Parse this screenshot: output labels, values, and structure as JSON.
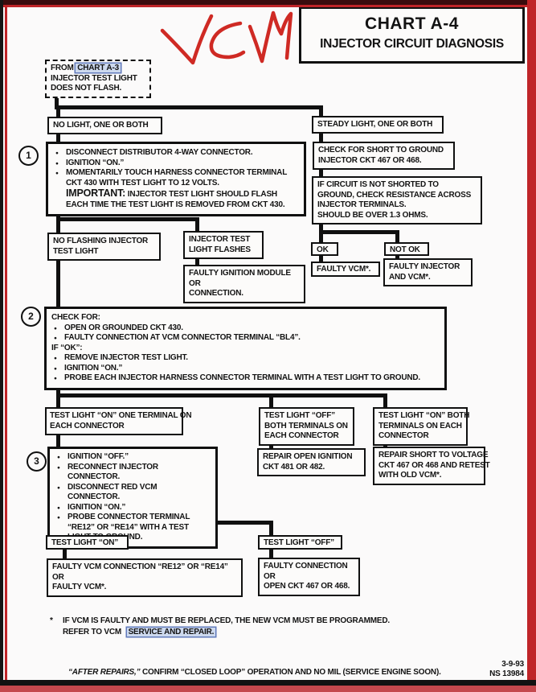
{
  "header": {
    "title": "CHART A-4",
    "subtitle": "INJECTOR CIRCUIT DIAGNOSIS",
    "handwritten_annotation": "VCM"
  },
  "flow": {
    "start": {
      "prefix": "FROM",
      "link": "CHART A-3",
      "line2": "INJECTOR TEST LIGHT",
      "line3": "DOES NOT FLASH."
    },
    "no_light_label": "NO LIGHT, ONE OR BOTH",
    "steady_light_label": "STEADY LIGHT, ONE OR BOTH",
    "step1": {
      "number": "1",
      "items": [
        "DISCONNECT DISTRIBUTOR 4-WAY CONNECTOR.",
        "IGNITION “ON.”",
        "MOMENTARILY TOUCH HARNESS CONNECTOR TERMINAL CKT 430 WITH TEST LIGHT TO 12 VOLTS."
      ],
      "important_label": "IMPORTANT:",
      "important_text": "INJECTOR TEST LIGHT SHOULD FLASH EACH TIME THE TEST LIGHT IS REMOVED FROM CKT 430."
    },
    "check_short": {
      "line1": "CHECK FOR SHORT TO GROUND",
      "line2": "INJECTOR CKT 467 OR 468."
    },
    "if_circuit": {
      "line1": "IF CIRCUIT IS NOT SHORTED TO",
      "line2": "GROUND, CHECK RESISTANCE ACROSS",
      "line3": "INJECTOR TERMINALS.",
      "line4": "SHOULD BE OVER 1.3 OHMS."
    },
    "no_flashing": {
      "line1": "NO FLASHING INJECTOR",
      "line2": "TEST LIGHT"
    },
    "flashes": {
      "line1": "INJECTOR TEST",
      "line2": "LIGHT FLASHES"
    },
    "faulty_ignition": {
      "line1": "FAULTY IGNITION MODULE",
      "line2": "OR",
      "line3": "CONNECTION."
    },
    "ok_label": "OK",
    "not_ok_label": "NOT OK",
    "faulty_vcm": "FAULTY VCM*.",
    "faulty_injector": {
      "line1": "FAULTY INJECTOR",
      "line2": "AND VCM*."
    },
    "step2": {
      "number": "2",
      "check_for_label": "CHECK FOR:",
      "check_items": [
        "OPEN OR GROUNDED CKT 430.",
        "FAULTY CONNECTION AT VCM CONNECTOR TERMINAL “BL4”."
      ],
      "if_ok_label": "IF “OK”:",
      "ok_items": [
        "REMOVE INJECTOR TEST LIGHT.",
        "IGNITION “ON.”",
        "PROBE EACH INJECTOR HARNESS CONNECTOR TERMINAL WITH A TEST LIGHT TO GROUND."
      ]
    },
    "branch_on_one": {
      "line1": "TEST LIGHT “ON” ONE TERMINAL ON",
      "line2": "EACH CONNECTOR"
    },
    "branch_off_both": {
      "line1": "TEST LIGHT “OFF”",
      "line2": "BOTH TERMINALS ON",
      "line3": "EACH CONNECTOR"
    },
    "branch_on_both": {
      "line1": "TEST LIGHT “ON” BOTH",
      "line2": "TERMINALS ON EACH",
      "line3": "CONNECTOR"
    },
    "step3": {
      "number": "3",
      "items": [
        "IGNITION “OFF.”",
        "RECONNECT INJECTOR CONNECTOR.",
        "DISCONNECT RED VCM CONNECTOR.",
        "IGNITION “ON.”",
        "PROBE CONNECTOR TERMINAL “RE12” OR “RE14” WITH A TEST LIGHT TO GROUND."
      ]
    },
    "repair_open": {
      "line1": "REPAIR OPEN IGNITION",
      "line2": "CKT 481 OR 482."
    },
    "repair_short": {
      "line1": "REPAIR SHORT TO VOLTAGE",
      "line2": "CKT 467 OR 468 AND RETEST",
      "line3": "WITH OLD VCM*."
    },
    "test_on_label": "TEST LIGHT “ON”",
    "test_off_label": "TEST LIGHT “OFF”",
    "faulty_vcm_conn": {
      "line1": "FAULTY VCM CONNECTION “RE12” OR “RE14”",
      "line2": "OR",
      "line3": "FAULTY VCM*."
    },
    "faulty_conn": {
      "line1": "FAULTY CONNECTION",
      "line2": "OR",
      "line3": "OPEN CKT 467 OR 468."
    }
  },
  "footnote": {
    "marker": "*",
    "line1": "IF VCM IS FAULTY AND MUST BE REPLACED, THE NEW VCM MUST BE PROGRAMMED.",
    "line2_prefix": "REFER TO VCM",
    "line2_link": "SERVICE AND REPAIR."
  },
  "footer": {
    "after_repairs_italic": "“AFTER REPAIRS,”",
    "after_repairs_rest": "CONFIRM “CLOSED LOOP” OPERATION AND NO MIL (SERVICE ENGINE SOON).",
    "date": "3-9-93",
    "doc_number": "NS 13984"
  },
  "colors": {
    "frame_red": "#bf2428",
    "annotation_red": "#cf2a24",
    "link_highlight_bg": "#cdd9ee",
    "link_highlight_border": "#6079bb"
  }
}
